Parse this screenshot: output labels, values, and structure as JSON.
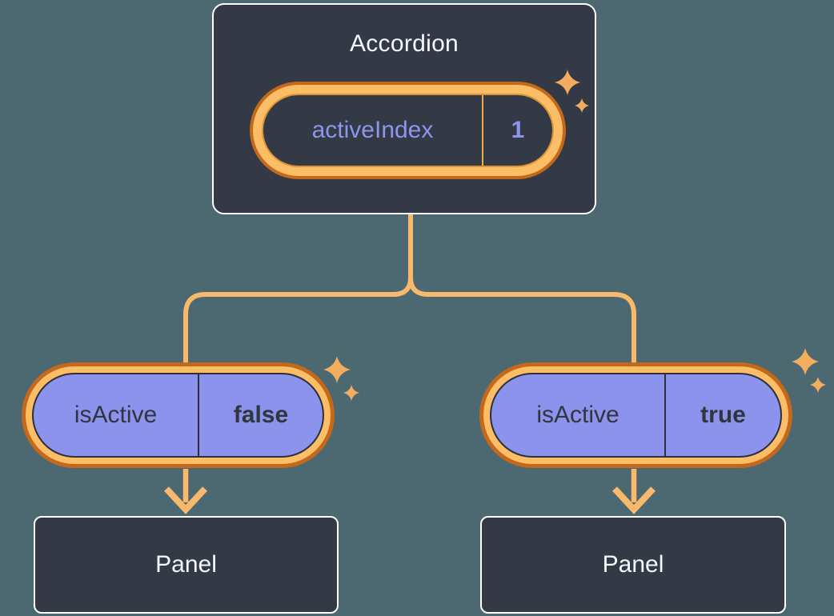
{
  "diagram": {
    "description": "component tree: Accordion passing state down to two Panels"
  },
  "accordion": {
    "title": "Accordion",
    "state": {
      "name": "activeIndex",
      "value": "1"
    }
  },
  "children": [
    {
      "prop": {
        "name": "isActive",
        "value": "false"
      },
      "panel": {
        "title": "Panel"
      }
    },
    {
      "prop": {
        "name": "isActive",
        "value": "true"
      },
      "panel": {
        "title": "Panel"
      }
    }
  ],
  "icons": {
    "sparkle": "sparkle-icon"
  },
  "colors": {
    "background": "#4C6871",
    "node_fill": "#333A46",
    "node_border": "#FFFFFF",
    "node_text": "#F6F7F9",
    "pill_fill": "#8B93EC",
    "pill_text": "#30353E",
    "state_text_purple": "#8C96EE",
    "highlight_band": "#FBBD66",
    "highlight_ring": "#C4691B",
    "connector_line": "#F8BA6A",
    "sparkle": "#F2AD5E"
  }
}
